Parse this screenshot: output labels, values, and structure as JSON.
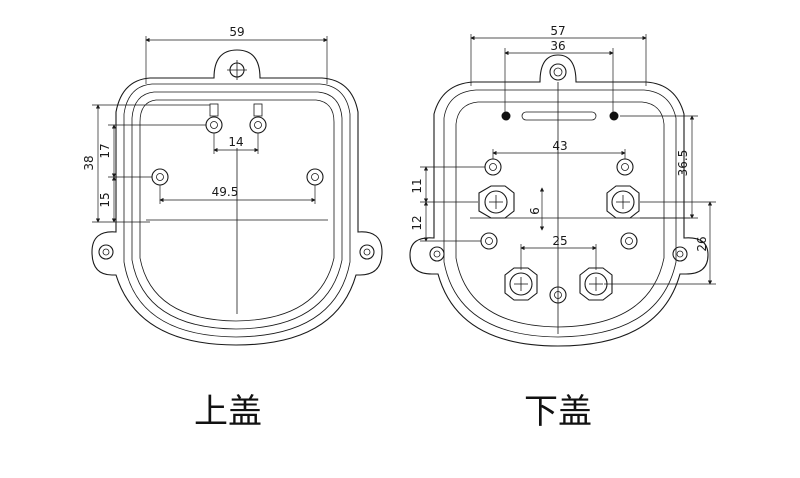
{
  "upper_cover": {
    "caption": "上盖",
    "dims": {
      "width": "59",
      "height": "38",
      "upper": "17",
      "lower": "15",
      "hole_gap": "14",
      "side_gap": "49.5"
    }
  },
  "lower_cover": {
    "caption": "下盖",
    "dims": {
      "width": "57",
      "inner": "36",
      "top_gap": "43",
      "right_height": "36.5",
      "left_upper": "11",
      "left_lower": "12",
      "offset": "6",
      "bottom_gap": "25",
      "right_lower": "26"
    }
  }
}
